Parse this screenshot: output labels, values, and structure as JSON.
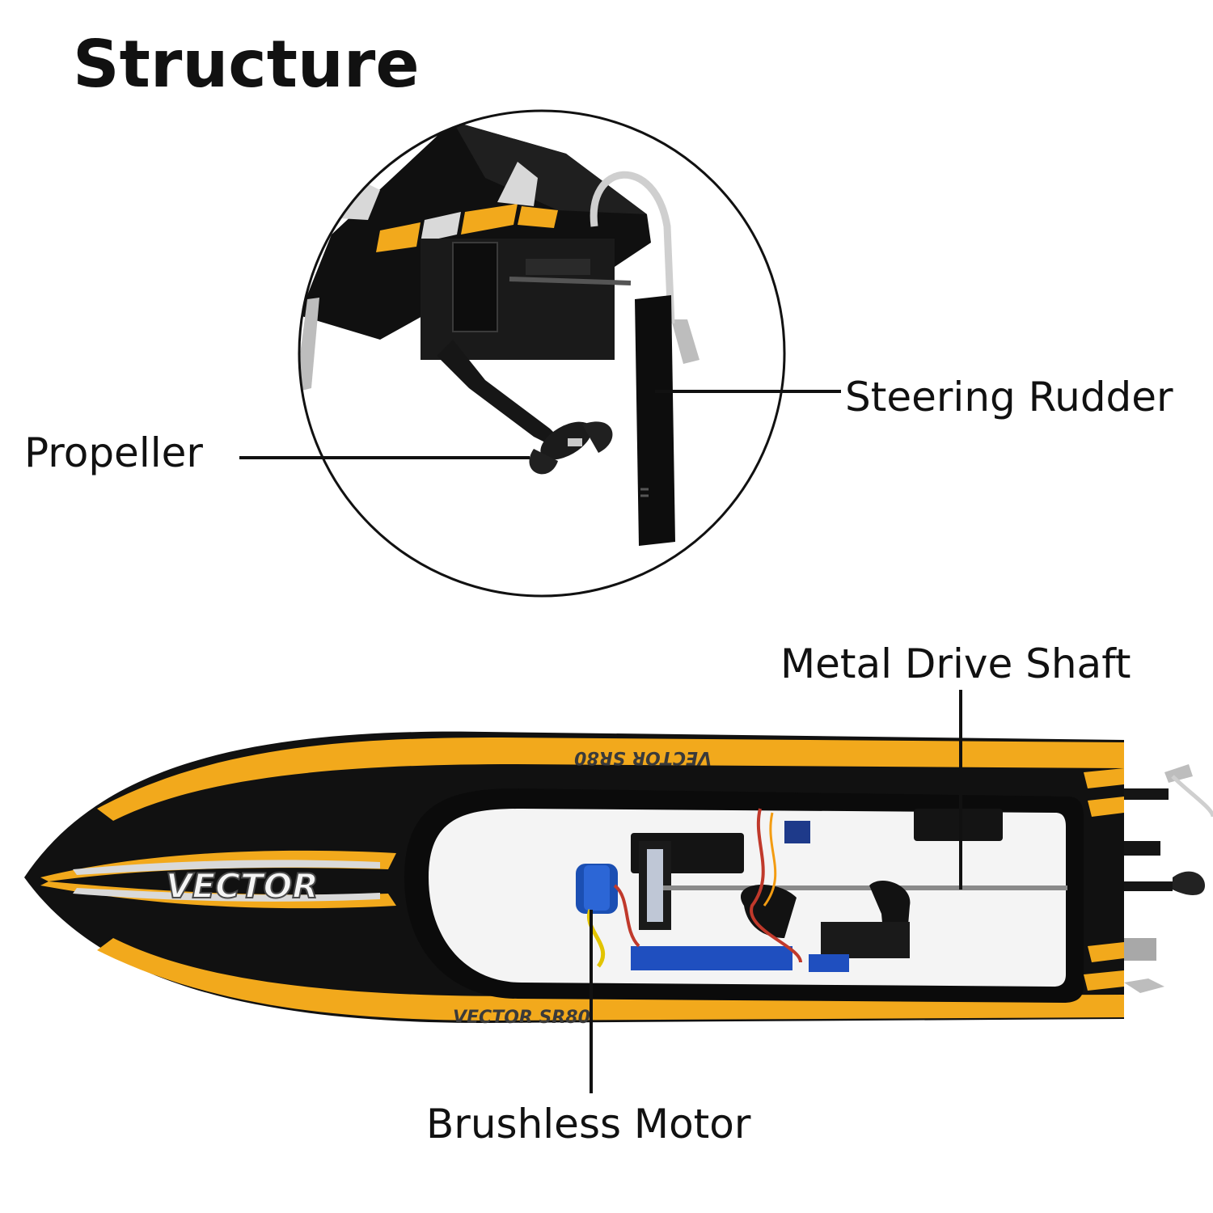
{
  "title": "Structure",
  "labels": {
    "steering_rudder": "Steering Rudder",
    "propeller": "Propeller",
    "metal_drive_shaft": "Metal Drive Shaft",
    "brushless_motor": "Brushless Motor"
  },
  "boat": {
    "hull_text": "VECTOR",
    "side_text_top": "VECTOR SR80",
    "side_text_bottom": "VECTOR SR80"
  },
  "colors": {
    "hull": "#111111",
    "accent": "#f2a91c",
    "stripe_light": "#cfcfcf",
    "cabin": "#f4f4f4",
    "motor": "#1b4fb3"
  }
}
